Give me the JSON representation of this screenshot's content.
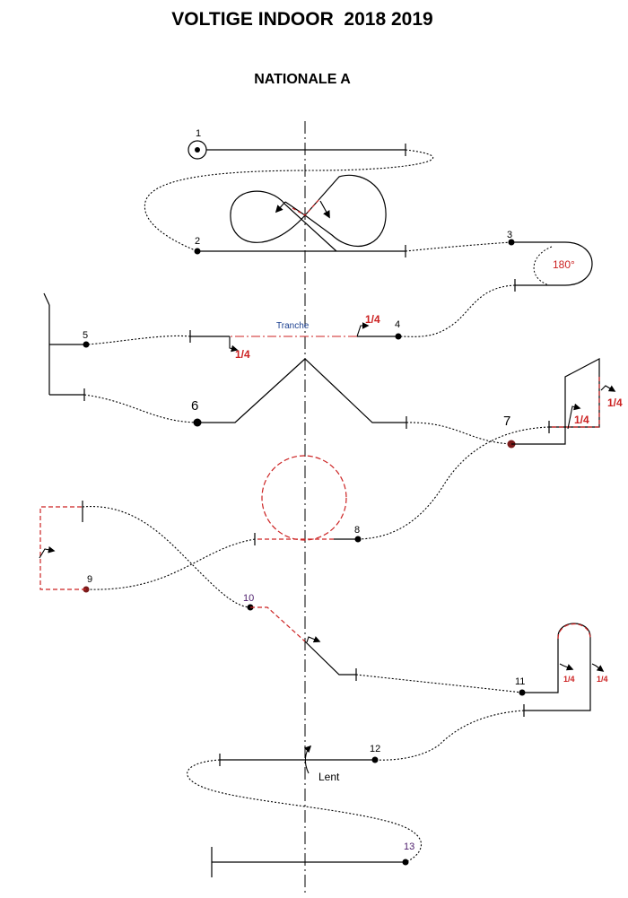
{
  "header": {
    "title": "VOLTIGE INDOOR  2018 2019",
    "subtitle": "NATIONALE A"
  },
  "figures": [
    {
      "number": "1"
    },
    {
      "number": "2"
    },
    {
      "number": "3",
      "annotation": "180°"
    },
    {
      "number": "4",
      "annotations": [
        "1/4",
        "1/4"
      ],
      "note": "Tranche"
    },
    {
      "number": "5"
    },
    {
      "number": "6"
    },
    {
      "number": "7",
      "annotations": [
        "1/4",
        "1/4"
      ]
    },
    {
      "number": "8"
    },
    {
      "number": "9"
    },
    {
      "number": "10"
    },
    {
      "number": "11",
      "annotations": [
        "1/4",
        "1/4"
      ]
    },
    {
      "number": "12",
      "note": "Lent"
    },
    {
      "number": "13"
    }
  ],
  "colors": {
    "positive_line": "#000000",
    "negative_line": "#cc2222",
    "annotation": "#cc2222",
    "tranche_label": "#1a3f8f",
    "purple_number": "#4a1a6a"
  }
}
